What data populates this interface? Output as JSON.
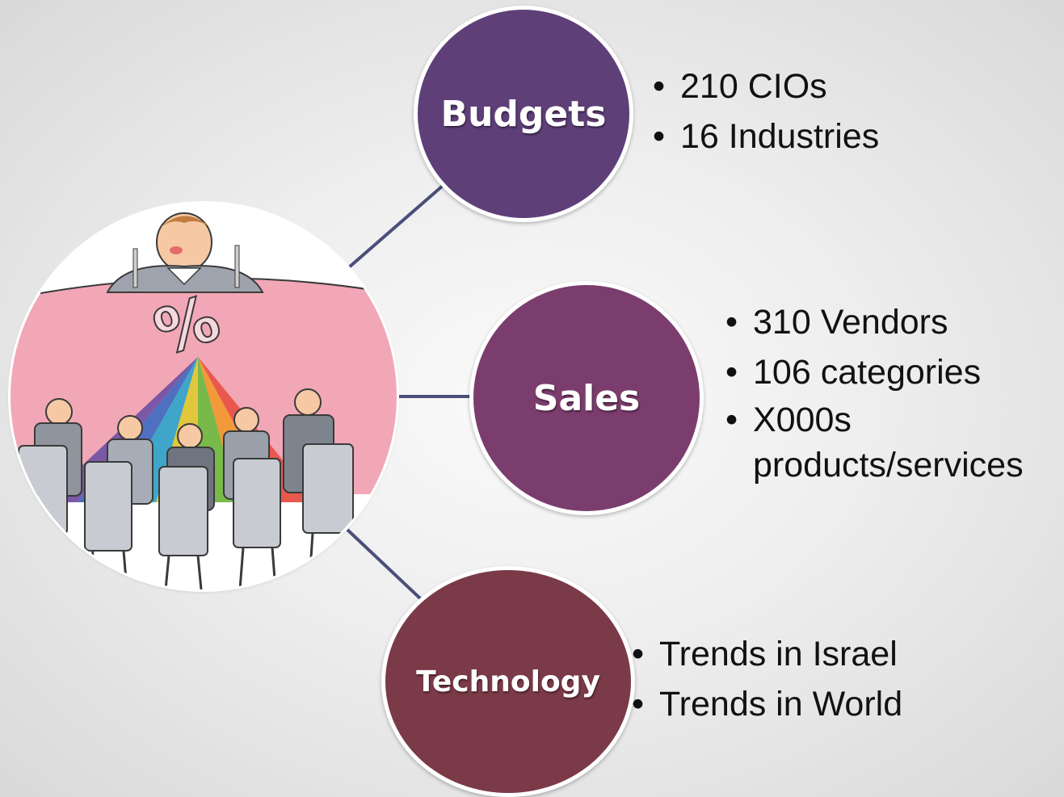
{
  "colors": {
    "budgets_fill": "#5e3f78",
    "sales_fill": "#7b3d6e",
    "technology_fill": "#7b3a48",
    "connector": "#4a4f7a",
    "node_border": "#ffffff",
    "bullet_text": "#111111"
  },
  "picture": {
    "icon": "meeting-table-illustration",
    "percent_sign": "%"
  },
  "nodes": {
    "budgets": {
      "label": "Budgets",
      "bullets": [
        "210 CIOs",
        "16 Industries"
      ]
    },
    "sales": {
      "label": "Sales",
      "bullets": [
        "310 Vendors",
        "106 categories",
        "X000s products/services"
      ]
    },
    "technology": {
      "label": "Technology",
      "bullets": [
        "Trends in Israel",
        "Trends in World"
      ]
    }
  }
}
